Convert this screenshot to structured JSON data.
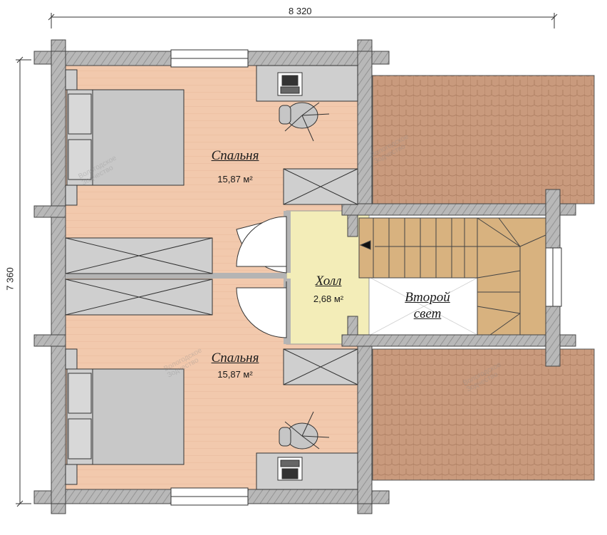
{
  "dimensions": {
    "width": "8 320",
    "height": "7 360"
  },
  "rooms": {
    "bedroom_top": {
      "name": "Спальня",
      "area": "15,87 м²"
    },
    "bedroom_bottom": {
      "name": "Спальня",
      "area": "15,87 м²"
    },
    "hall": {
      "name": "Холл",
      "area": "2,68 м²"
    },
    "second_light": {
      "line1": "Второй",
      "line2": "свет"
    }
  },
  "watermark": {
    "line1": "Вологодское",
    "line2": "Зодчество"
  },
  "colors": {
    "wall": "#b4b4b4",
    "bedroom_floor": "#f2c9ad",
    "hall_floor": "#f3edb8",
    "roof": "#c99a7d",
    "stair": "#d8b27f",
    "furniture": "#cfcfcf",
    "outline": "#2a2a2a"
  }
}
